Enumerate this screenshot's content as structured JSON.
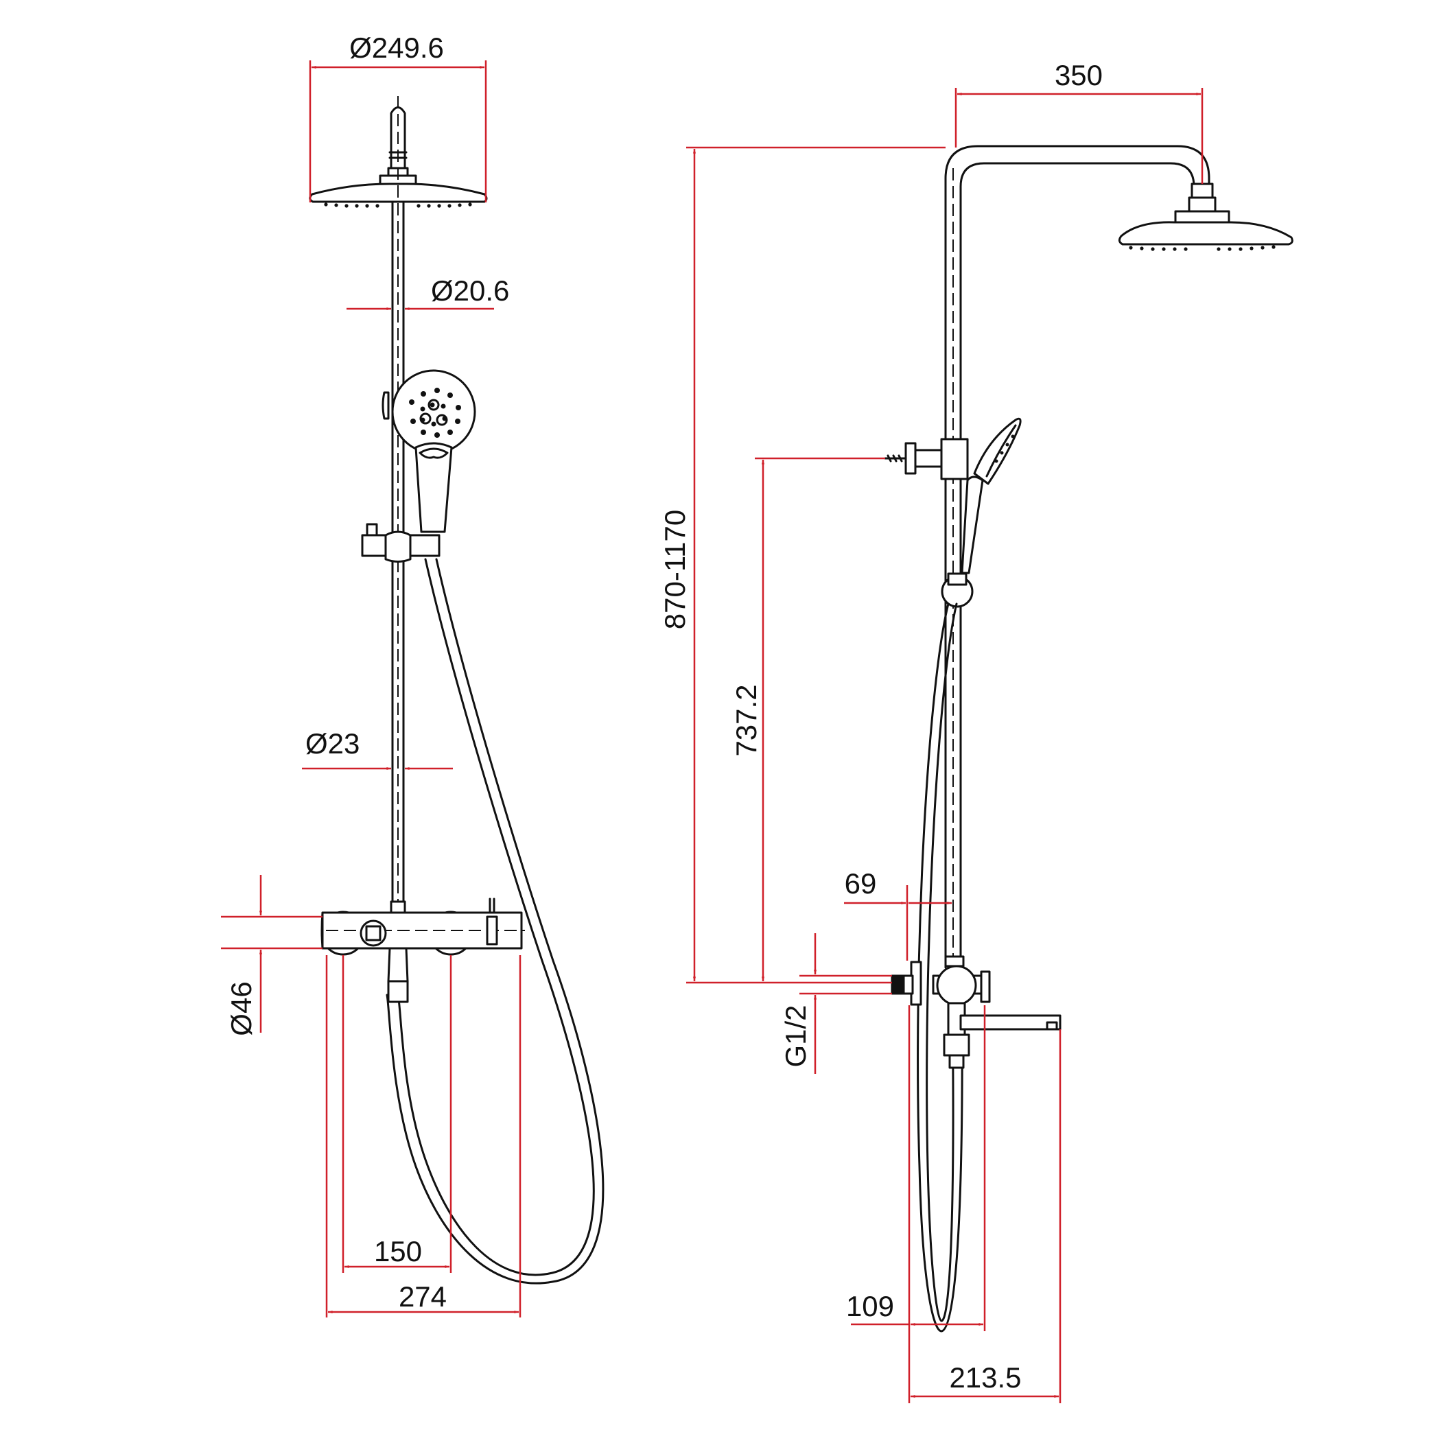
{
  "colors": {
    "line": "#111111",
    "dimension": "#d0202a",
    "background": "#ffffff"
  },
  "dimensions": {
    "head_diameter": "Ø249.6",
    "upper_pipe_diameter": "Ø20.6",
    "lower_pipe_diameter": "Ø23",
    "mixer_diameter": "Ø46",
    "handle_spacing": "150",
    "mixer_width": "274",
    "arm_reach": "350",
    "height_range": "870-1170",
    "bracket_height": "737.2",
    "wall_offset": "69",
    "inlet_thread": "G1/2",
    "pipe_offset": "109",
    "spout_offset": "213.5"
  }
}
